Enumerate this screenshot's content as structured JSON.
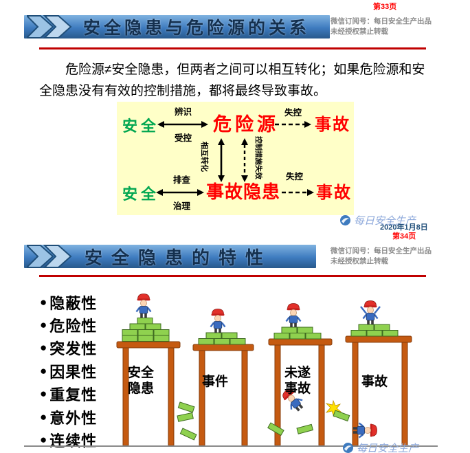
{
  "page_top": {
    "page_number": "第33页"
  },
  "slide1": {
    "title": "安全隐患与危险源的关系",
    "subscription_line1": "微信订阅号：每日安全生产出品",
    "subscription_line2": "未经授权禁止转载",
    "body_text": "危险源≠安全隐患，但两者之间可以相互转化；如果危险源和安全隐患没有有效的控制措施，都将最终导致事故。",
    "diagram": {
      "safe_top": "安全",
      "identify": "辨识",
      "under_control": "受控",
      "hazard_source": "危险源",
      "lose_control_top": "失控",
      "accident_top": "事故",
      "vertical_left": "相互转化",
      "vertical_right": "控制措施失效",
      "safe_bottom": "安全",
      "investigate": "排查",
      "govern": "治理",
      "accident_hazard": "事故隐患",
      "lose_control_bottom": "失控",
      "accident_bottom": "事故"
    },
    "watermark_text": "每日安全生产",
    "date": "2020年1月8日",
    "page_number": "第34页"
  },
  "slide2": {
    "title": "安全隐患的特性",
    "subscription_line1": "微信订阅号：每日安全生产出品",
    "subscription_line2": "未经授权禁止转载",
    "bullet_char": "●",
    "bullets": [
      "隐蔽性",
      "危险性",
      "突发性",
      "因果性",
      "重复性",
      "意外性",
      "连续性"
    ],
    "illustration_labels": {
      "stage1": "安全隐患",
      "stage2": "事件",
      "stage3": "未遂事故",
      "stage4": "事故"
    },
    "watermark_text": "每日安全生产"
  },
  "colors": {
    "banner_blue": "#3E7BBF",
    "title_navy": "#14304F",
    "divider_red": "#C00000",
    "safe_green": "#00A650",
    "danger_red": "#FF0000",
    "diagram_bg": "#FFFFC8",
    "table_brown": "#C55A11",
    "brick_green": "#8FD14F"
  }
}
